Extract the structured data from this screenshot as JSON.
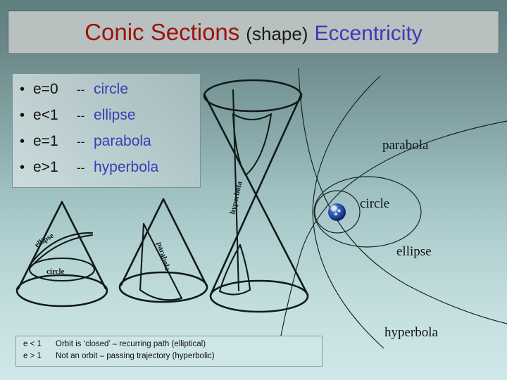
{
  "slide": {
    "background_top_color": "#5e7e7f",
    "background_bottom_color": "#cfe7e8"
  },
  "title": {
    "main": "Conic Sections",
    "shape": "(shape)",
    "eccentricity": "Eccentricity",
    "main_color": "#9c120a",
    "shape_color": "#1a1a1a",
    "eccentricity_color": "#3b3bb5"
  },
  "bullets": {
    "bullet_glyph": "•",
    "dash": "--",
    "items": [
      {
        "condition": "e=0",
        "dash": "--",
        "name": "circle"
      },
      {
        "condition": "e<1",
        "dash": "--",
        "name": "ellipse"
      },
      {
        "condition": "e=1",
        "dash": "--",
        "name": "parabola"
      },
      {
        "condition": "e>1",
        "dash": "--",
        "name": "hyperbola"
      }
    ],
    "name_color": "#3b3bb5"
  },
  "cone_diagrams": [
    {
      "id": "cone-ellipse",
      "labels": [
        "ellipse",
        "circle"
      ]
    },
    {
      "id": "cone-parabola",
      "labels": [
        "parabola"
      ]
    },
    {
      "id": "double-cone-hyperbola",
      "labels": [
        "hyperbola"
      ]
    }
  ],
  "cone_labels": {
    "ellipse": "ellipse",
    "circle": "circle",
    "parabola": "parabola",
    "hyperbola": "hyperbola"
  },
  "orbit_diagram": {
    "center_body": "earth-globe",
    "labels": {
      "parabola": "parabola",
      "circle": "circle",
      "ellipse": "ellipse",
      "hyperbola": "hyperbola"
    }
  },
  "caption": {
    "rows": [
      {
        "condition": "e < 1",
        "text": "Orbit is ‘closed’ – recurring path (elliptical)"
      },
      {
        "condition": "e > 1",
        "text": "Not an orbit – passing trajectory (hyperbolic)"
      }
    ],
    "background_color": "#cfe6e7"
  }
}
